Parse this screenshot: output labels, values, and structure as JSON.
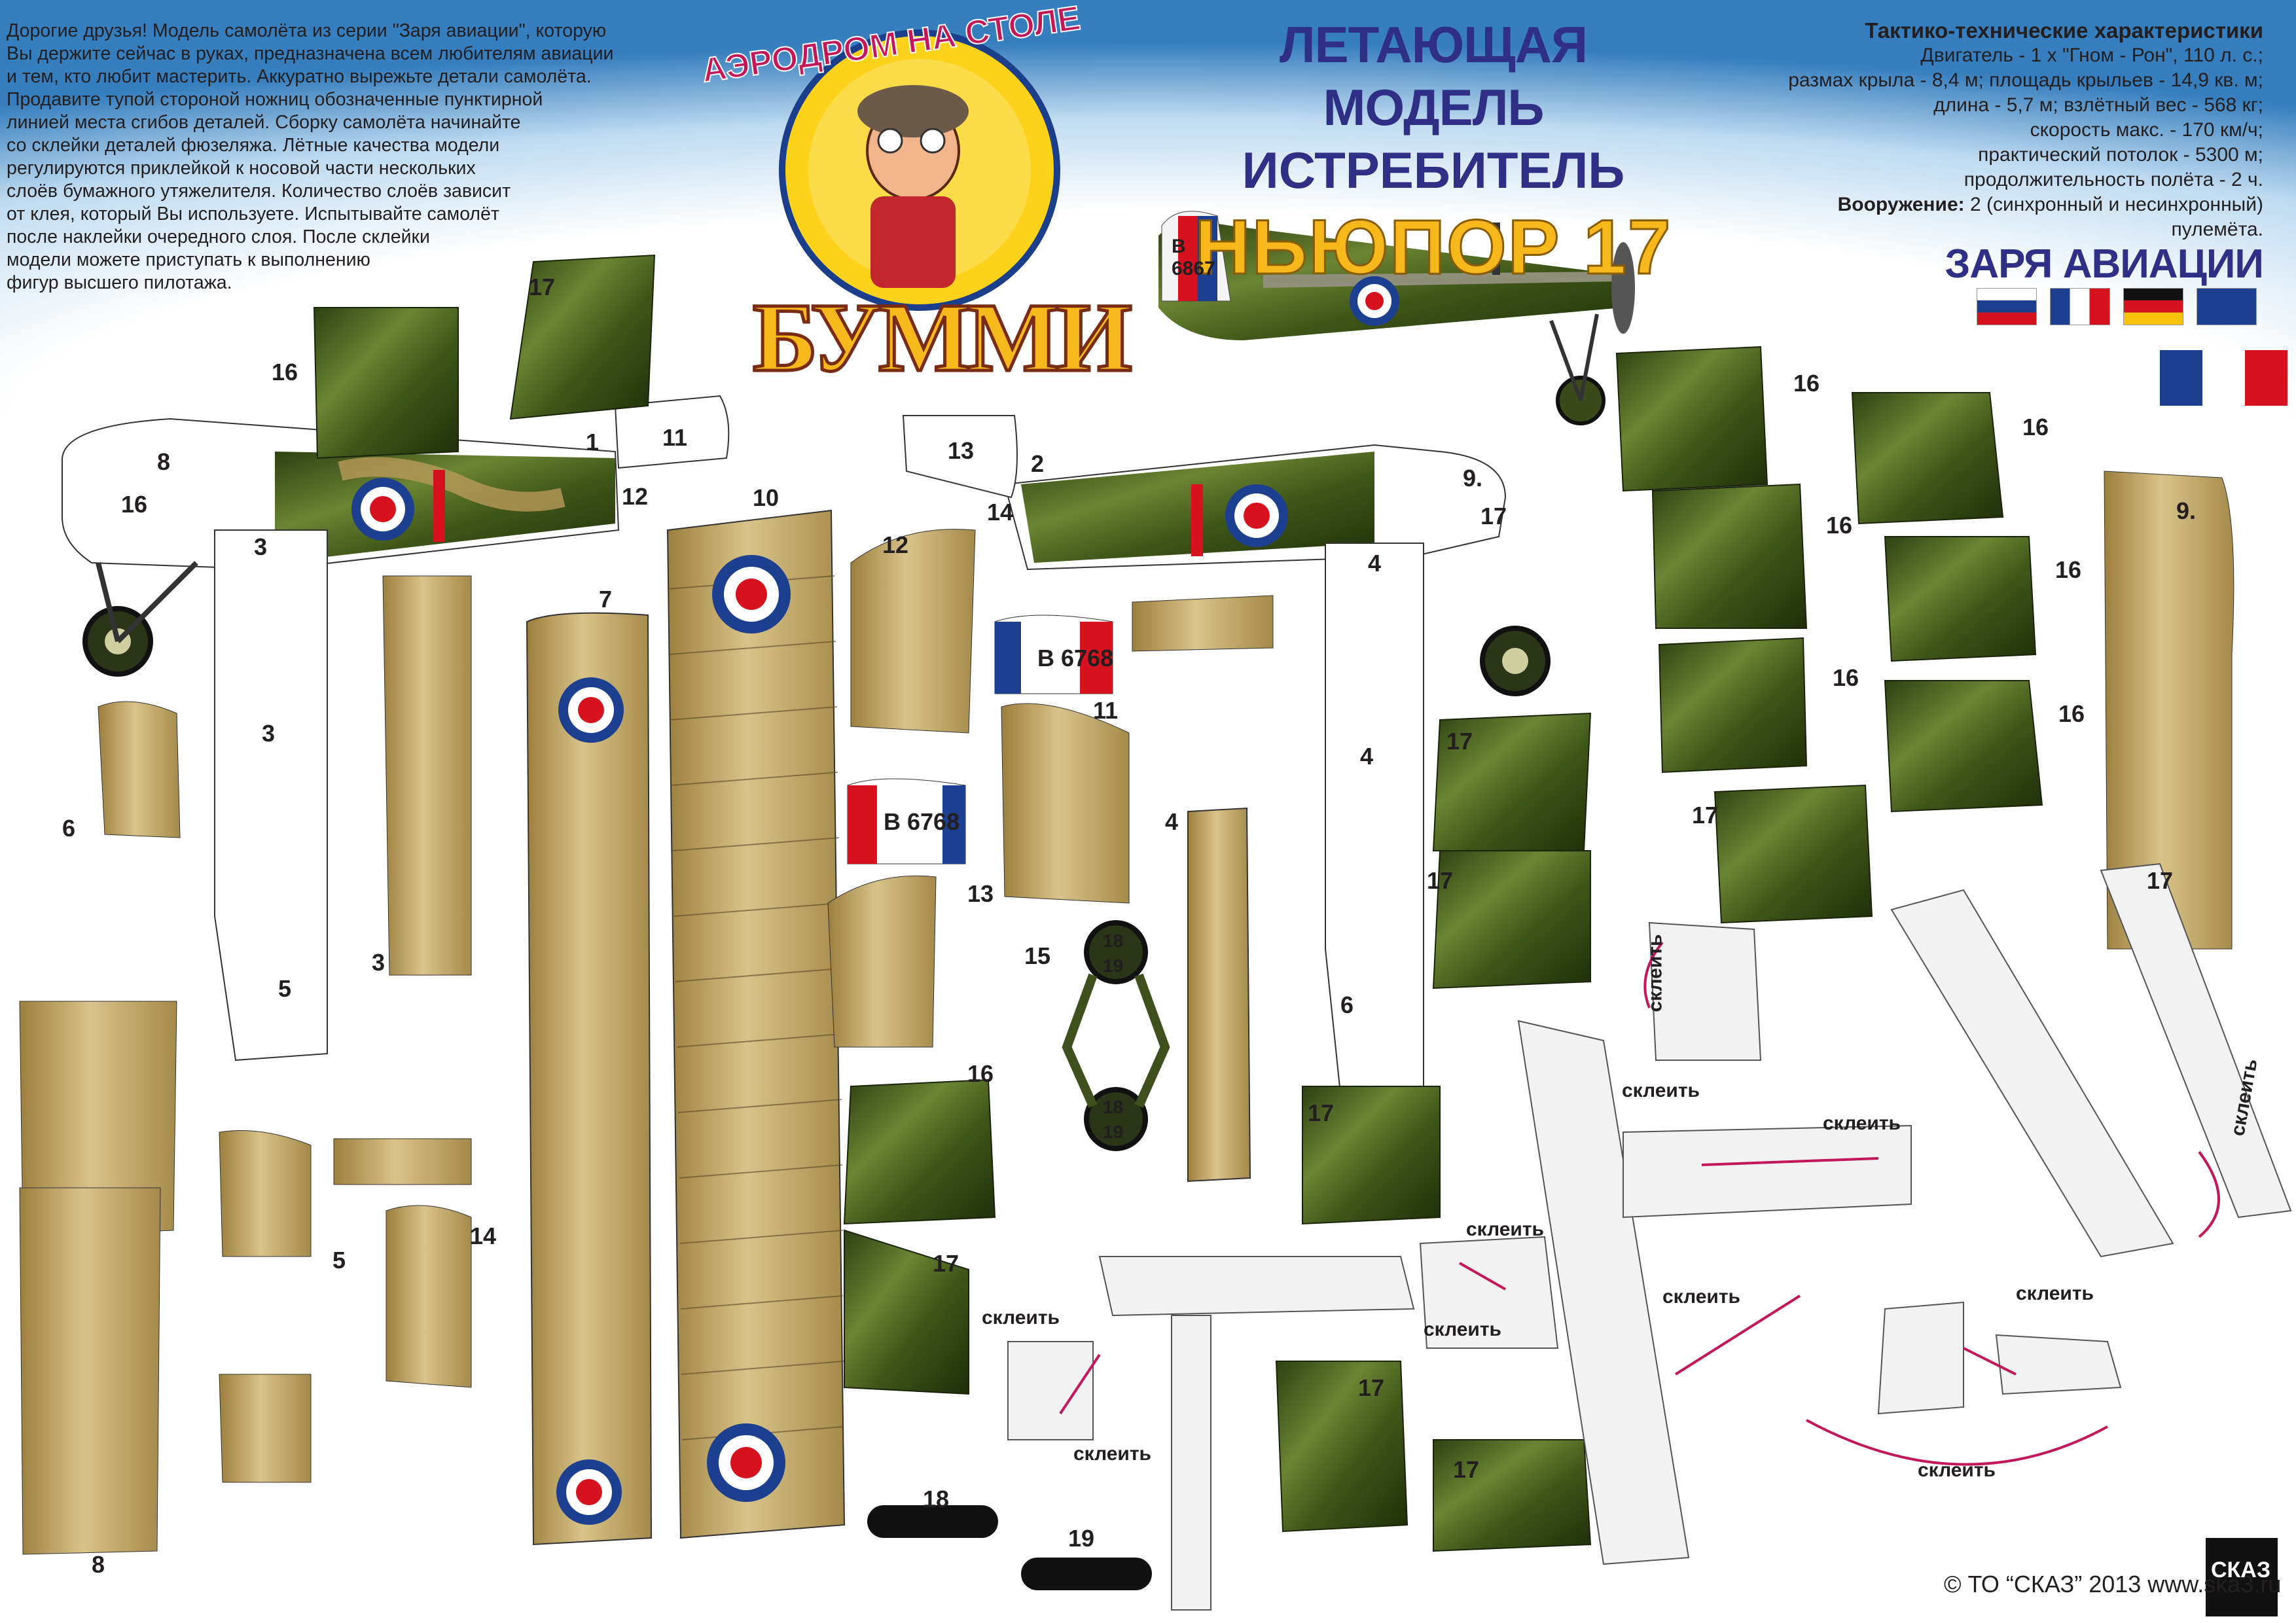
{
  "intro_lines": [
    "Дорогие друзья! Модель самолёта из серии \"Заря авиации\", которую",
    "Вы держите сейчас в руках, предназначена всем любителям авиации",
    "и тем, кто любит мастерить. Аккуратно вырежьте детали самолёта.",
    "Продавите тупой стороной ножниц обозначенные пунктирной",
    "линией места сгибов деталей. Сборку самолёта начинайте",
    "со склейки деталей фюзеляжа. Лётные качества модели",
    "регулируются приклейкой к носовой части нескольких",
    "слоёв бумажного утяжелителя. Количество слоёв зависит",
    "от клея, который Вы используете. Испытывайте самолёт",
    "после наклейки очередного слоя. После склейки",
    "модели можете приступать к выполнению",
    "фигур высшего пилотажа."
  ],
  "badge": {
    "arc_text": "АЭРОДРОМ НА СТОЛЕ",
    "brand": "БУММИ"
  },
  "title": {
    "line1": "ЛЕТАЮЩАЯ МОДЕЛЬ",
    "line2": "ИСТРЕБИТЕЛЬ",
    "line3": "НЬЮПОР 17"
  },
  "specs": {
    "heading": "Тактико-технические характеристики",
    "lines": [
      "Двигатель - 1 х \"Гном - Рон\", 110 л. с.;",
      "размах крыла - 8,4 м; площадь крыльев - 14,9 кв. м;",
      "длина - 5,7 м; взлётный вес - 568 кг;",
      "скорость макс. - 170 км/ч;",
      "практический потолок - 5300 м;",
      "продолжительность полёта - 2 ч."
    ],
    "armament_label": "Вооружение:",
    "armament_text": "2 (синхронный и несинхронный)",
    "armament_line2": "пулемёта."
  },
  "series": "ЗАРЯ АВИАЦИИ",
  "plane_serial": "B\n6867",
  "rudder_serial_1": "B 6768",
  "rudder_serial_2": "B 6768",
  "copyright": "© ТО “СКАЗ” 2013 www.ska3.ru",
  "logo_text": "СКАЗ",
  "glue_label": "склеить",
  "colors": {
    "olive": "#4b5e1e",
    "khaki": "#c7ad6a",
    "roundel_blue": "#1d3f8f",
    "roundel_red": "#d6121e",
    "title_blue": "#2f2f86",
    "title_gold": "#f6b81a"
  },
  "part_numbers": {
    "n1": "1",
    "n2": "2",
    "n3a": "3",
    "n3b": "3",
    "n3c": "3",
    "n4a": "4",
    "n4b": "4",
    "n4c": "4",
    "n5a": "5",
    "n5b": "5",
    "n6a": "6",
    "n6b": "6",
    "n7": "7",
    "n8a": "8",
    "n8b": "8",
    "n9a": "9.",
    "n9b": "9.",
    "n10": "10",
    "n11a": "11",
    "n11b": "11",
    "n12a": "12",
    "n12b": "12",
    "n13a": "13",
    "n13b": "13",
    "n14a": "14",
    "n14b": "14",
    "n15": "15",
    "n16a": "16",
    "n16b": "16",
    "n16c": "16",
    "n16d": "16",
    "n16e": "16",
    "n16f": "16",
    "n16g": "16",
    "n16h": "16",
    "n16i": "16",
    "n17a": "17",
    "n17b": "17",
    "n17c": "17",
    "n17d": "17",
    "n17e": "17",
    "n17f": "17",
    "n17g": "17",
    "n17h": "17",
    "n17i": "17",
    "n17j": "17",
    "n18": "18",
    "n19": "19",
    "w18a": "18",
    "w19a": "19",
    "w18b": "18",
    "w19b": "19"
  }
}
